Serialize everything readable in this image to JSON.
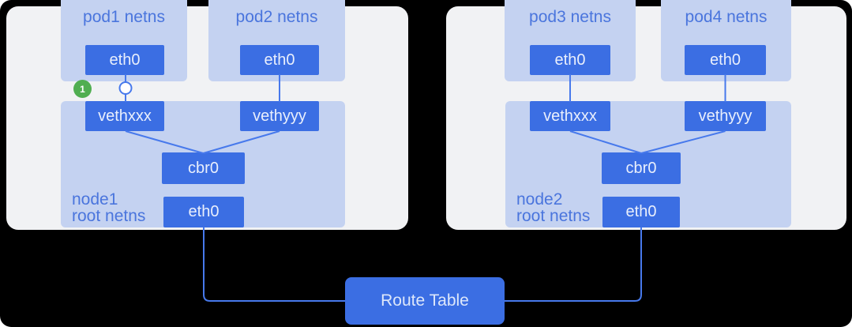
{
  "route_table": {
    "label": "Route Table"
  },
  "annotation": {
    "badge_label": "1"
  },
  "nodes": [
    {
      "root_label_line1": "node1",
      "root_label_line2": "root netns",
      "bridge": "cbr0",
      "root_interface": "eth0",
      "veth_left": "vethxxx",
      "veth_right": "vethyyy",
      "pods": [
        {
          "name": "pod1 netns",
          "interface": "eth0"
        },
        {
          "name": "pod2 netns",
          "interface": "eth0"
        }
      ]
    },
    {
      "root_label_line1": "node2",
      "root_label_line2": "root netns",
      "bridge": "cbr0",
      "root_interface": "eth0",
      "veth_left": "vethxxx",
      "veth_right": "vethyyy",
      "pods": [
        {
          "name": "pod3 netns",
          "interface": "eth0"
        },
        {
          "name": "pod4 netns",
          "interface": "eth0"
        }
      ]
    }
  ],
  "colors": {
    "background": "#000000",
    "card": "#f1f2f4",
    "netns_fill": "#c4d2f1",
    "interface_fill": "#3b6ee3",
    "interface_text": "#e9effc",
    "label_text": "#4a75dd",
    "line": "#4779ec",
    "badge_green": "#50ae51",
    "connector_dot": "#ffffff"
  },
  "icons": {
    "step_badge": "green-numbered-circle",
    "connector_dot": "white-circle-on-link"
  }
}
